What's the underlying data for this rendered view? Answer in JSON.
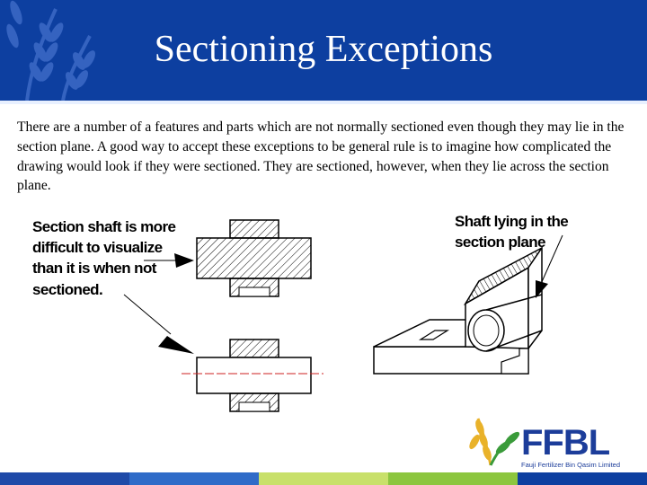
{
  "slide": {
    "title": "Sectioning Exceptions",
    "body": "There are a number of a features and parts which are not normally sectioned even though they may lie in the section plane. A good way to accept these exceptions to be general rule is to imagine how complicated the drawing would look if they were sectioned. They are sectioned, however, when they lie across the section plane."
  },
  "figure_left": {
    "note_lines": [
      "Section shaft is more",
      "difficult to visualize",
      "than it is when not",
      "sectioned."
    ]
  },
  "figure_right": {
    "note_lines": [
      "Shaft lying in the",
      "section plane"
    ]
  },
  "logo": {
    "brand": "FFBL",
    "company": "Fauji Fertilizer Bin Qasim Limited"
  },
  "colors": {
    "header_blue": "#0d3fa0",
    "logo_blue": "#1c3d9a",
    "logo_gold": "#e9b22a",
    "logo_green": "#3a9b3a",
    "section_line_red": "#cc2222"
  }
}
